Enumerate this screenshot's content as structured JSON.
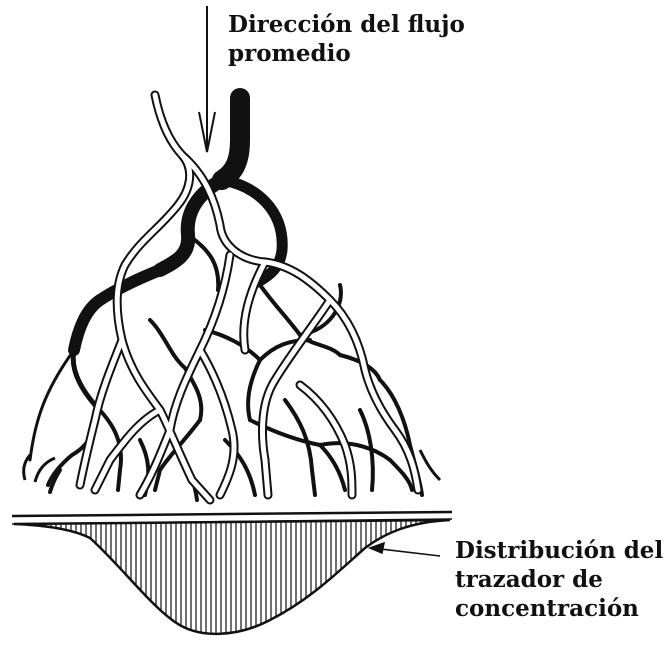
{
  "labels": {
    "flow_direction": [
      "Dirección del flujo",
      "promedio"
    ],
    "tracer_distribution": [
      "Distribución del",
      "trazador de",
      "concentración"
    ]
  },
  "colors": {
    "ink": "#111111",
    "background": "#ffffff"
  }
}
